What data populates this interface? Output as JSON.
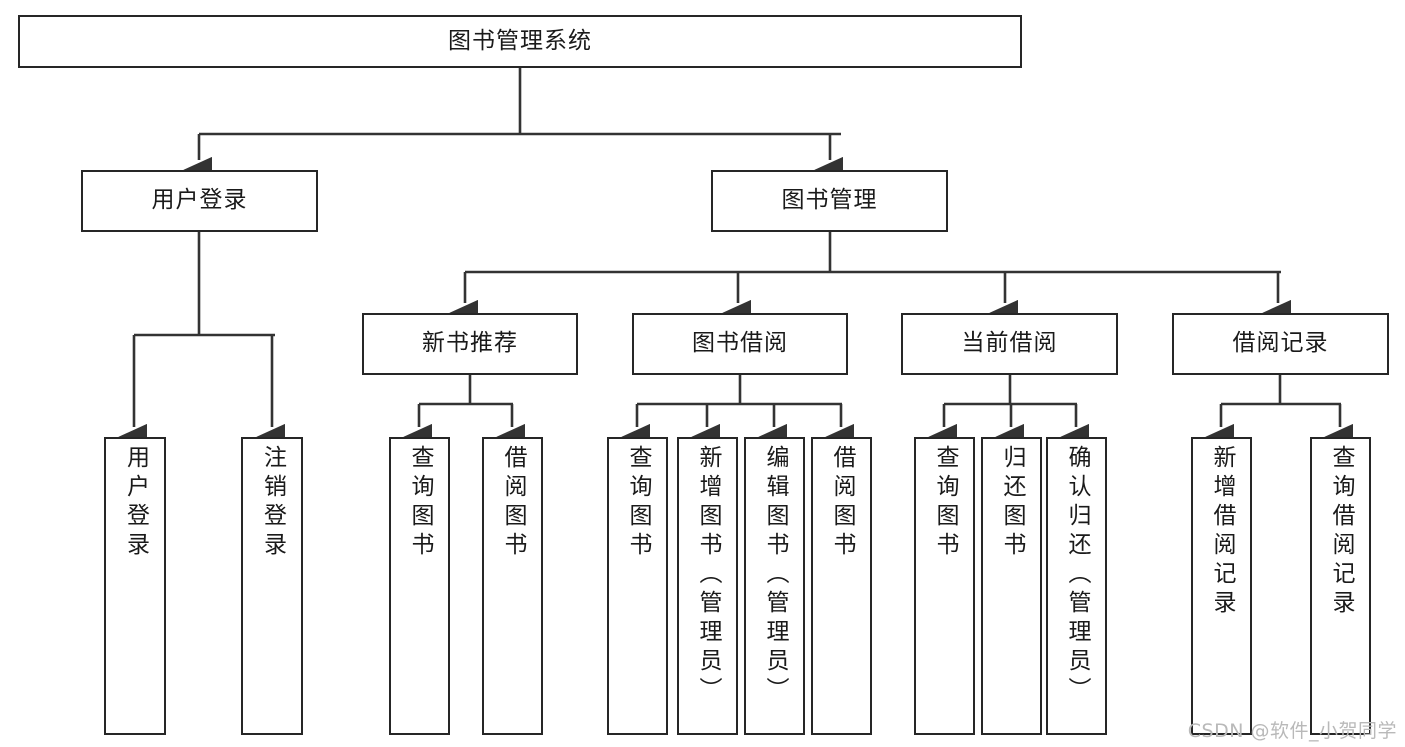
{
  "diagram": {
    "title": "图书管理系统",
    "watermark": "CSDN @软件_小贺同学",
    "colors": {
      "box_border": "#262626",
      "box_fill": "#ffffff",
      "edge": "#333333",
      "text": "#1a1a1a",
      "watermark": "#b9b9b9",
      "background": "#ffffff"
    },
    "levels": {
      "level0": "system",
      "level1": "modules",
      "level2": "submodules",
      "level3": "functions"
    },
    "nodes": {
      "root": {
        "label": "图书管理系统",
        "orientation": "horizontal"
      },
      "user_login": {
        "label": "用户登录",
        "orientation": "horizontal"
      },
      "book_manage": {
        "label": "图书管理",
        "orientation": "horizontal"
      },
      "new_book_rec": {
        "label": "新书推荐",
        "orientation": "horizontal"
      },
      "book_borrow": {
        "label": "图书借阅",
        "orientation": "horizontal"
      },
      "current_borrow": {
        "label": "当前借阅",
        "orientation": "horizontal"
      },
      "borrow_record": {
        "label": "借阅记录",
        "orientation": "horizontal"
      },
      "leaf_user_login": {
        "label": "用户登录",
        "orientation": "vertical"
      },
      "leaf_logout": {
        "label": "注销登录",
        "orientation": "vertical"
      },
      "leaf_query_book_rec": {
        "label": "查询图书",
        "orientation": "vertical"
      },
      "leaf_borrow_book_rec": {
        "label": "借阅图书",
        "orientation": "vertical"
      },
      "leaf_query_book_borrow": {
        "label": "查询图书",
        "orientation": "vertical"
      },
      "leaf_add_book": {
        "label": "新增图书（管理员）",
        "orientation": "vertical"
      },
      "leaf_edit_book": {
        "label": "编辑图书（管理员）",
        "orientation": "vertical"
      },
      "leaf_borrow_book": {
        "label": "借阅图书",
        "orientation": "vertical"
      },
      "leaf_query_book_cur": {
        "label": "查询图书",
        "orientation": "vertical"
      },
      "leaf_return_book": {
        "label": "归还图书",
        "orientation": "vertical"
      },
      "leaf_confirm_return": {
        "label": "确认归还（管理员）",
        "orientation": "vertical"
      },
      "leaf_add_record": {
        "label": "新增借阅记录",
        "orientation": "vertical"
      },
      "leaf_query_record": {
        "label": "查询借阅记录",
        "orientation": "vertical"
      }
    },
    "edges": [
      {
        "from": "root",
        "to": "user_login"
      },
      {
        "from": "root",
        "to": "book_manage"
      },
      {
        "from": "user_login",
        "to": "leaf_user_login"
      },
      {
        "from": "user_login",
        "to": "leaf_logout"
      },
      {
        "from": "book_manage",
        "to": "new_book_rec"
      },
      {
        "from": "book_manage",
        "to": "book_borrow"
      },
      {
        "from": "book_manage",
        "to": "current_borrow"
      },
      {
        "from": "book_manage",
        "to": "borrow_record"
      },
      {
        "from": "new_book_rec",
        "to": "leaf_query_book_rec"
      },
      {
        "from": "new_book_rec",
        "to": "leaf_borrow_book_rec"
      },
      {
        "from": "book_borrow",
        "to": "leaf_query_book_borrow"
      },
      {
        "from": "book_borrow",
        "to": "leaf_add_book"
      },
      {
        "from": "book_borrow",
        "to": "leaf_edit_book"
      },
      {
        "from": "book_borrow",
        "to": "leaf_borrow_book"
      },
      {
        "from": "current_borrow",
        "to": "leaf_query_book_cur"
      },
      {
        "from": "current_borrow",
        "to": "leaf_return_book"
      },
      {
        "from": "current_borrow",
        "to": "leaf_confirm_return"
      },
      {
        "from": "borrow_record",
        "to": "leaf_add_record"
      },
      {
        "from": "borrow_record",
        "to": "leaf_query_record"
      }
    ]
  }
}
